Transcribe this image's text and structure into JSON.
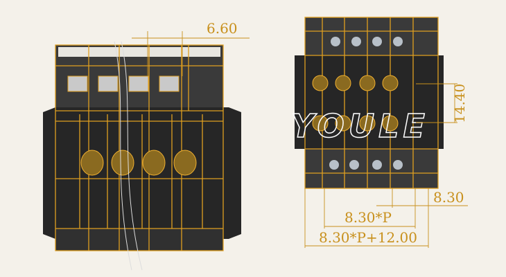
{
  "drawing": {
    "dimensions": {
      "top_pitch": "6.60",
      "vertical_pitch": "14.40",
      "pitch": "8.30",
      "pitch_times_p": "8.30*P",
      "overall_width": "8.30*P+12.00"
    },
    "watermark": "YOULE",
    "colors": {
      "outline": "#e0a020",
      "dimension": "#c8901c",
      "body": "#2a2a2a",
      "background": "#f4f1ea"
    }
  }
}
